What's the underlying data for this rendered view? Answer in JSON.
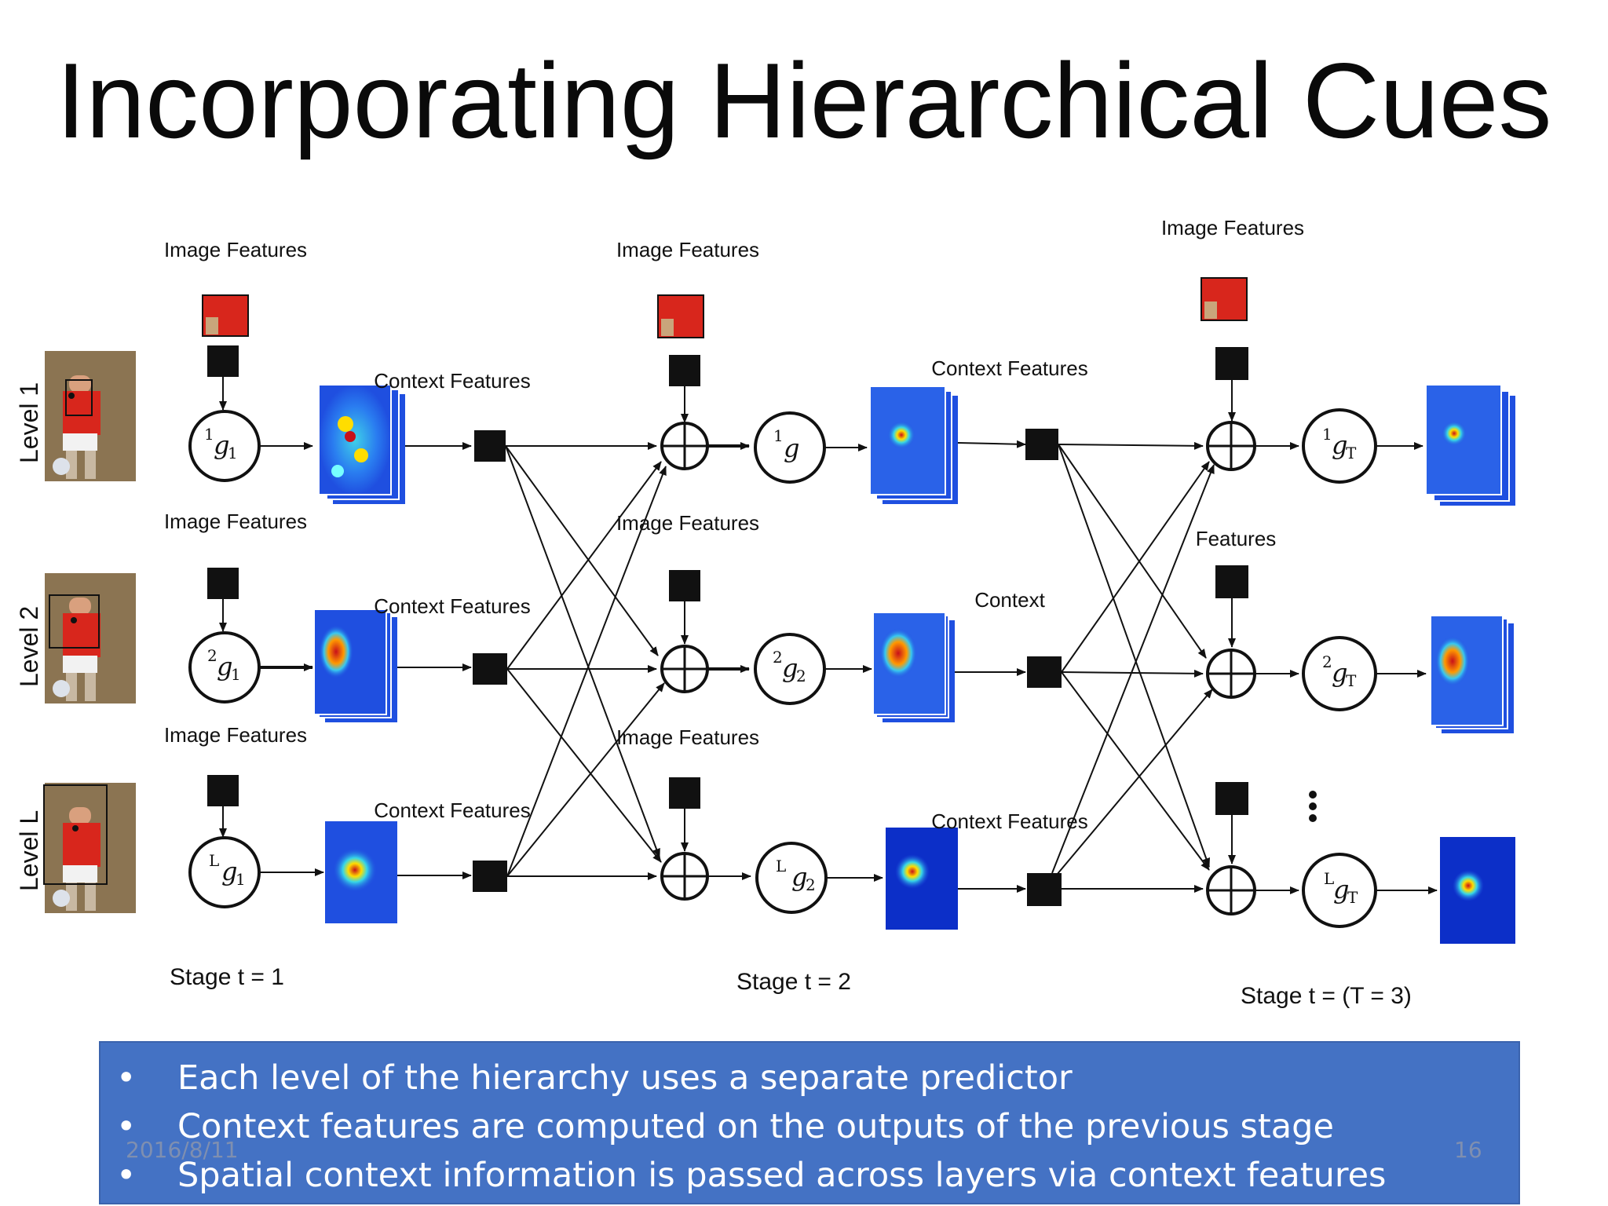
{
  "slide": {
    "title": "Incorporating Hierarchical Cues",
    "date": "2016/8/11",
    "page_number": "16"
  },
  "diagram": {
    "levels": [
      "Level 1",
      "Level 2",
      "Level L"
    ],
    "image_features_label": "Image Features",
    "context_features_label": "Context Features",
    "context_only_label": "Context",
    "features_only_label": "Features",
    "nodes": {
      "s1": [
        "1",
        "2",
        "L"
      ],
      "s2": [
        "1",
        "2",
        "L"
      ],
      "s3": [
        "1",
        "2",
        "L"
      ]
    },
    "stages": [
      "Stage t = 1",
      "Stage t = 2",
      "Stage t = (T = 3)"
    ],
    "ellipsis": "⋮"
  },
  "bullets": [
    "Each level of the hierarchy uses a separate predictor",
    "Context features are computed on the outputs of the previous stage",
    "Spatial context information is passed across layers via context features"
  ],
  "colors": {
    "bullet_box": "#4472c4",
    "heatmap_bg": "#1f4fe0",
    "heatmap_hot": "#d11a1a"
  }
}
